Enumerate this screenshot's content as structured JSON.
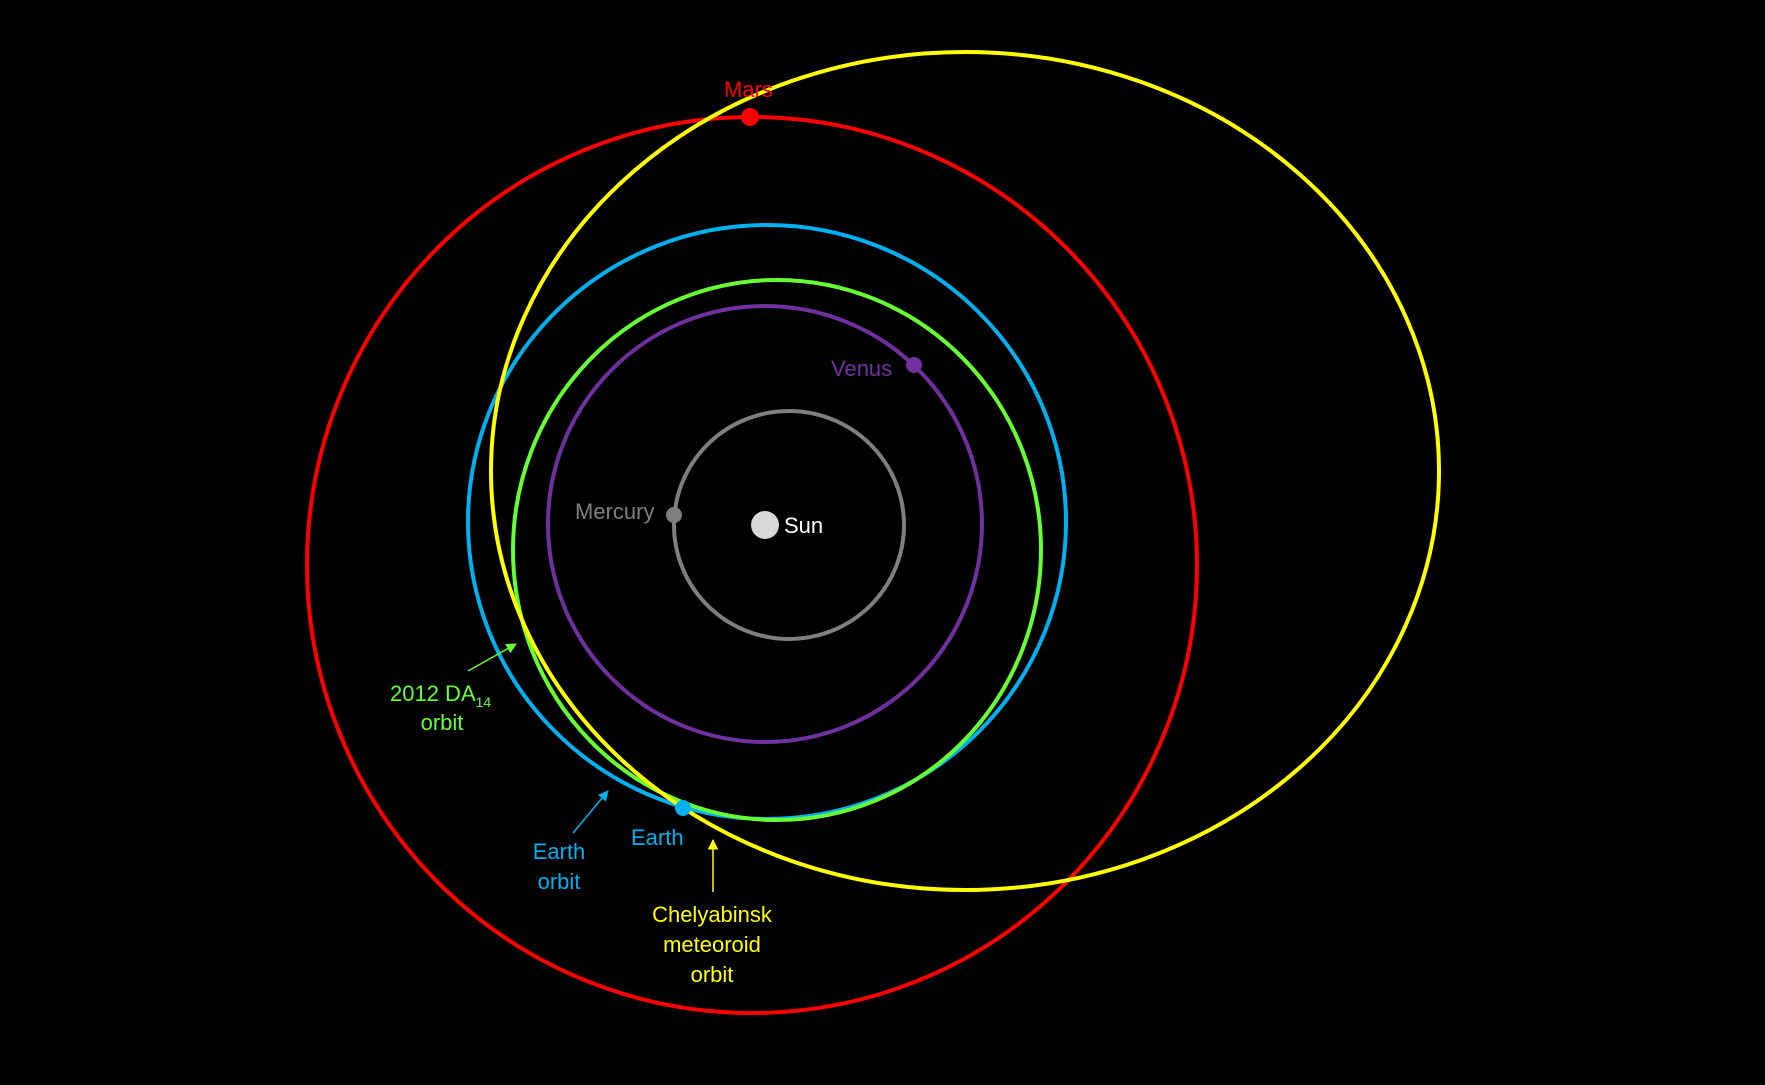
{
  "diagram": {
    "background": "#000000",
    "sun": {
      "label": "Sun",
      "color": "#d9d9d9"
    },
    "orbits": {
      "mercury": {
        "color": "#7f7f7f"
      },
      "venus": {
        "color": "#7030a0"
      },
      "da14": {
        "color": "#66ff33"
      },
      "earth": {
        "color": "#00b0f0"
      },
      "mars": {
        "color": "#ff0000"
      },
      "chelyabinsk": {
        "color": "#ffff00"
      }
    },
    "planets": {
      "mercury": {
        "label": "Mercury",
        "color": "#7f7f7f"
      },
      "venus": {
        "label": "Venus",
        "color": "#7030a0"
      },
      "earth": {
        "label": "Earth",
        "color": "#00b0f0"
      },
      "mars": {
        "label": "Mars",
        "color": "#ff0000"
      }
    },
    "annotations": {
      "da14": {
        "line1": "2012 DA",
        "subscript": "14",
        "line2": "orbit",
        "color": "#66ff33"
      },
      "earth_orbit": {
        "line1": "Earth",
        "line2": "orbit",
        "color": "#00b0f0"
      },
      "chelyabinsk": {
        "line1": "Chelyabinsk",
        "line2": "meteoroid",
        "line3": "orbit",
        "color": "#ffff00"
      }
    }
  }
}
